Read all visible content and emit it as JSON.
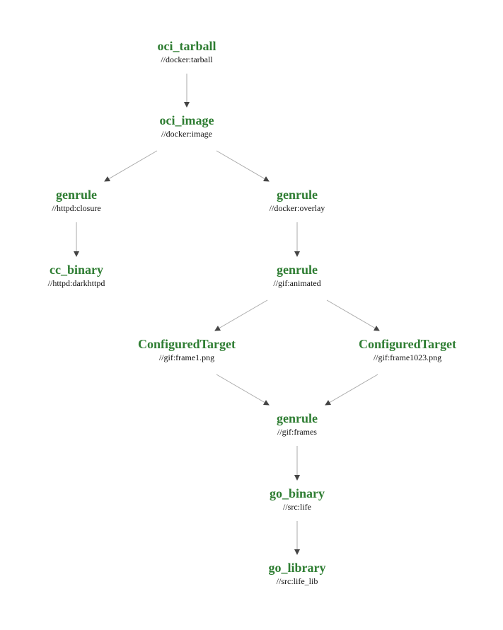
{
  "colors": {
    "kind_text": "#2e7d32",
    "label_text": "#111111",
    "edge": "#aaaaaa",
    "arrowhead": "#444444",
    "background": "#ffffff"
  },
  "nodes": [
    {
      "id": "n_tarball",
      "kind": "oci_tarball",
      "label": "//docker:tarball"
    },
    {
      "id": "n_image",
      "kind": "oci_image",
      "label": "//docker:image"
    },
    {
      "id": "n_closure",
      "kind": "genrule",
      "label": "//httpd:closure"
    },
    {
      "id": "n_overlay",
      "kind": "genrule",
      "label": "//docker:overlay"
    },
    {
      "id": "n_darkhttpd",
      "kind": "cc_binary",
      "label": "//httpd:darkhttpd"
    },
    {
      "id": "n_animated",
      "kind": "genrule",
      "label": "//gif:animated"
    },
    {
      "id": "n_frame1",
      "kind": "ConfiguredTarget",
      "label": "//gif:frame1.png"
    },
    {
      "id": "n_frame1023",
      "kind": "ConfiguredTarget",
      "label": "//gif:frame1023.png"
    },
    {
      "id": "n_frames",
      "kind": "genrule",
      "label": "//gif:frames"
    },
    {
      "id": "n_life",
      "kind": "go_binary",
      "label": "//src:life"
    },
    {
      "id": "n_lifelib",
      "kind": "go_library",
      "label": "//src:life_lib"
    }
  ],
  "edges": [
    {
      "from": "n_tarball",
      "to": "n_image"
    },
    {
      "from": "n_image",
      "to": "n_closure"
    },
    {
      "from": "n_image",
      "to": "n_overlay"
    },
    {
      "from": "n_closure",
      "to": "n_darkhttpd"
    },
    {
      "from": "n_overlay",
      "to": "n_animated"
    },
    {
      "from": "n_animated",
      "to": "n_frame1"
    },
    {
      "from": "n_animated",
      "to": "n_frame1023"
    },
    {
      "from": "n_frame1",
      "to": "n_frames"
    },
    {
      "from": "n_frame1023",
      "to": "n_frames"
    },
    {
      "from": "n_frames",
      "to": "n_life"
    },
    {
      "from": "n_life",
      "to": "n_lifelib"
    }
  ]
}
